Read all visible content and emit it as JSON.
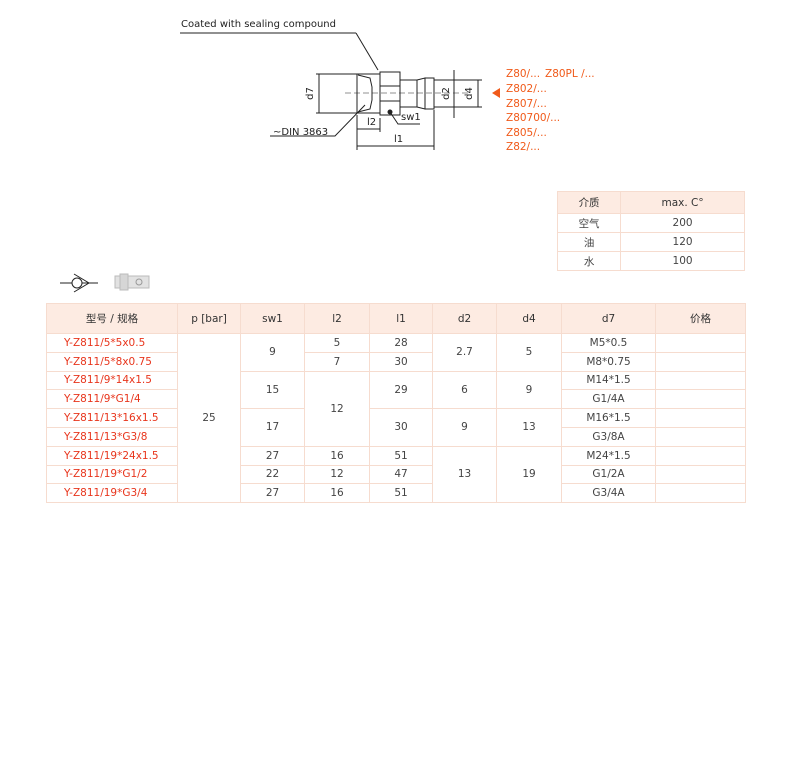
{
  "diagram": {
    "callout": "Coated with sealing compound",
    "din": "~DIN 3863",
    "dims": {
      "d7": "d7",
      "l2": "l2",
      "sw1": "sw1",
      "l1": "l1",
      "d2": "d2",
      "d4": "d4"
    },
    "compatible": [
      "Z80/...",
      "Z80PL /...",
      "Z802/...",
      "Z807/...",
      "Z80700/...",
      "Z805/...",
      "Z82/..."
    ],
    "accent": "#f05a1a"
  },
  "media_table": {
    "headers": [
      "介质",
      "max. C°"
    ],
    "rows": [
      [
        "空气",
        "200"
      ],
      [
        "油",
        "120"
      ],
      [
        "水",
        "100"
      ]
    ]
  },
  "icons": [
    "check-valve-symbol-icon",
    "fitting-thumbnail-icon"
  ],
  "spec_table": {
    "headers": [
      "型号 / 规格",
      "p [bar]",
      "sw1",
      "l2",
      "l1",
      "d2",
      "d4",
      "d7",
      "价格"
    ],
    "models": [
      "Y-Z811/5*5x0.5",
      "Y-Z811/5*8x0.75",
      "Y-Z811/9*14x1.5",
      "Y-Z811/9*G1/4",
      "Y-Z811/13*16x1.5",
      "Y-Z811/13*G3/8",
      "Y-Z811/19*24x1.5",
      "Y-Z811/19*G1/2",
      "Y-Z811/19*G3/4"
    ],
    "p": "25",
    "sw1": [
      "9",
      "15",
      "17",
      "27",
      "22",
      "27"
    ],
    "l2": [
      "5",
      "7",
      "12",
      "16",
      "12",
      "16"
    ],
    "l1": [
      "28",
      "30",
      "29",
      "30",
      "51",
      "47",
      "51"
    ],
    "d2": [
      "2.7",
      "6",
      "9",
      "13"
    ],
    "d4": [
      "5",
      "9",
      "13",
      "19"
    ],
    "d7": [
      "M5*0.5",
      "M8*0.75",
      "M14*1.5",
      "G1/4A",
      "M16*1.5",
      "G3/8A",
      "M24*1.5",
      "G1/2A",
      "G3/4A"
    ]
  }
}
